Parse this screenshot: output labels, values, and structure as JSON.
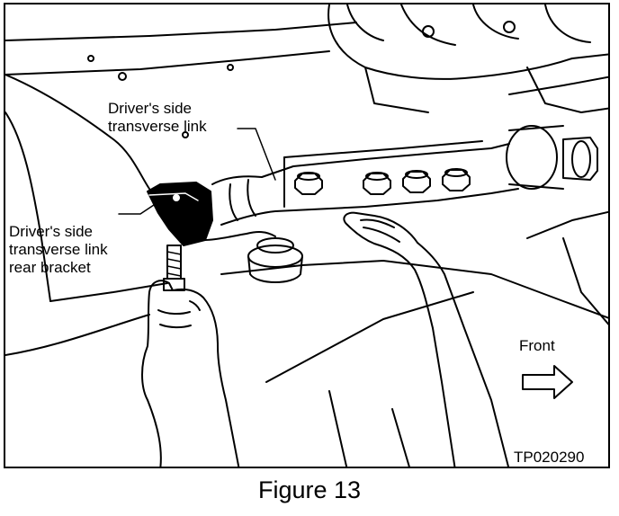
{
  "figure": {
    "caption": "Figure 13",
    "code": "TP020290"
  },
  "labels": {
    "transverse_link": [
      "Driver's side",
      "transverse link"
    ],
    "rear_bracket": [
      "Driver's side",
      "transverse link",
      "rear bracket"
    ],
    "front": "Front"
  },
  "colors": {
    "line": "#000000",
    "background": "#ffffff",
    "bracket_fill": "#000000"
  },
  "icons": {
    "direction_arrow": "arrow-right-outline-icon"
  }
}
